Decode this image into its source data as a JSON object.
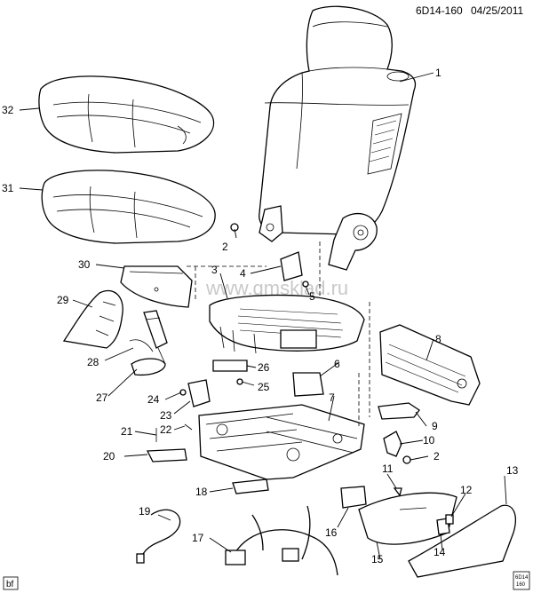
{
  "header": {
    "diagram_code": "6D14-160",
    "date": "04/25/2011"
  },
  "watermark": "www.gmsklad.ru",
  "corner_tags": {
    "left": "bf",
    "right_top": "6D14",
    "right_bottom": "160"
  },
  "callouts": {
    "c1": "1",
    "c2a": "2",
    "c2b": "2",
    "c3": "3",
    "c4": "4",
    "c5": "5",
    "c6": "6",
    "c7": "7",
    "c8": "8",
    "c9": "9",
    "c10": "10",
    "c11": "11",
    "c12": "12",
    "c13": "13",
    "c14": "14",
    "c15": "15",
    "c16": "16",
    "c17": "17",
    "c18": "18",
    "c19": "19",
    "c20": "20",
    "c21": "21",
    "c22": "22",
    "c23": "23",
    "c24": "24",
    "c25": "25",
    "c26": "26",
    "c27": "27",
    "c28": "28",
    "c29": "29",
    "c30": "30",
    "c31": "31",
    "c32": "32"
  }
}
